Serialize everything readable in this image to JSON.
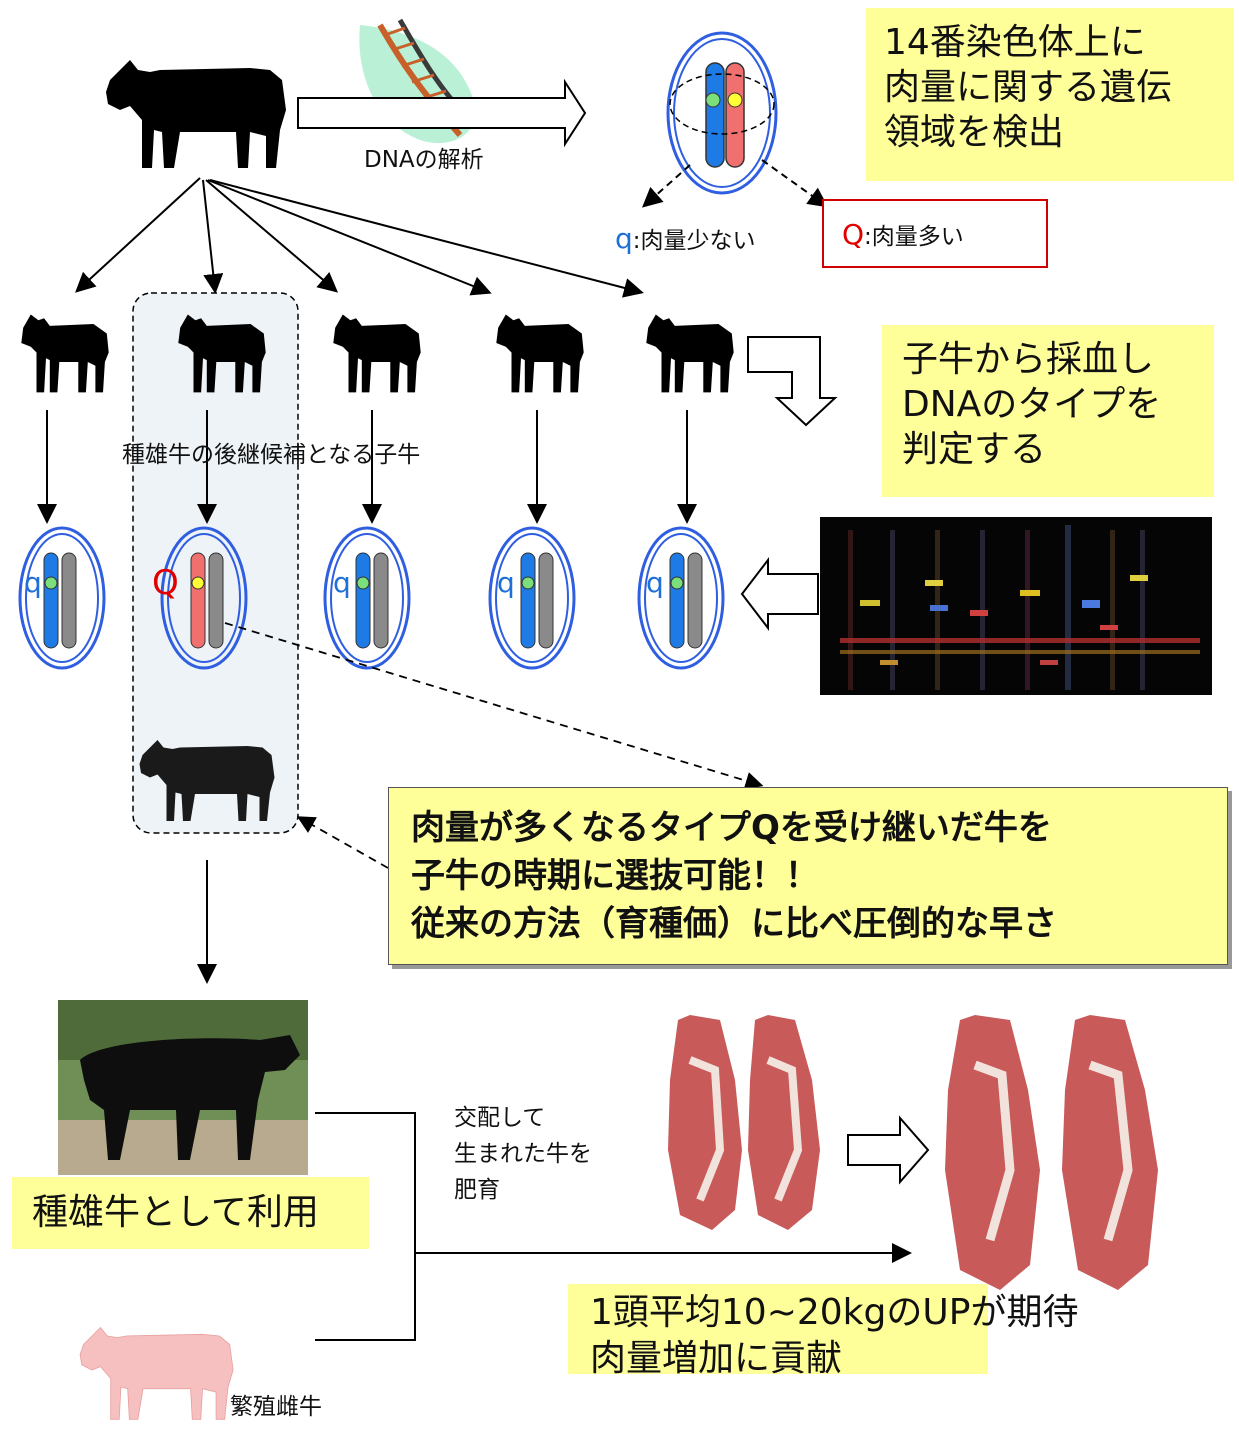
{
  "dna_label": "DNAの解析",
  "top_box": [
    "14番染色体上に",
    "肉量に関する遺伝",
    "領域を検出"
  ],
  "allele_q": {
    "symbol": "q",
    "text": ":肉量少ない"
  },
  "allele_Q": {
    "symbol": "Q",
    "text": ":肉量多い"
  },
  "blood_box": [
    "子牛から採血し",
    "DNAのタイプを",
    "判定する"
  ],
  "candidate_label": "種雄牛の後継候補となる子牛",
  "calf_alleles": [
    "q",
    "Q",
    "q",
    "q",
    "q"
  ],
  "selection_box": [
    "肉量が多くなるタイプQを受け継いだ牛を",
    "子牛の時期に選抜可能！！",
    "従来の方法（育種価）に比べ圧倒的な早さ"
  ],
  "bull_use_label": "種雄牛として利用",
  "mating_text": [
    "交配して",
    "生まれた牛を",
    "肥育"
  ],
  "cow_label": "繁殖雌牛",
  "result_box": [
    "1頭平均10~20kgのUPが期待",
    "肉量増加に貢献"
  ],
  "colors": {
    "yellow_box": "#ffff99",
    "allele_q_blue": "#1f6fd8",
    "allele_Q_red": "#e00000",
    "chrom_blue": "#1e7be6",
    "chrom_red": "#f07070",
    "chrom_gray": "#8a8a8a",
    "ellipse_blue": "#2f5fe0",
    "cow_pink": "#f7c0c0",
    "candidate_bg": "#eef3f7"
  }
}
